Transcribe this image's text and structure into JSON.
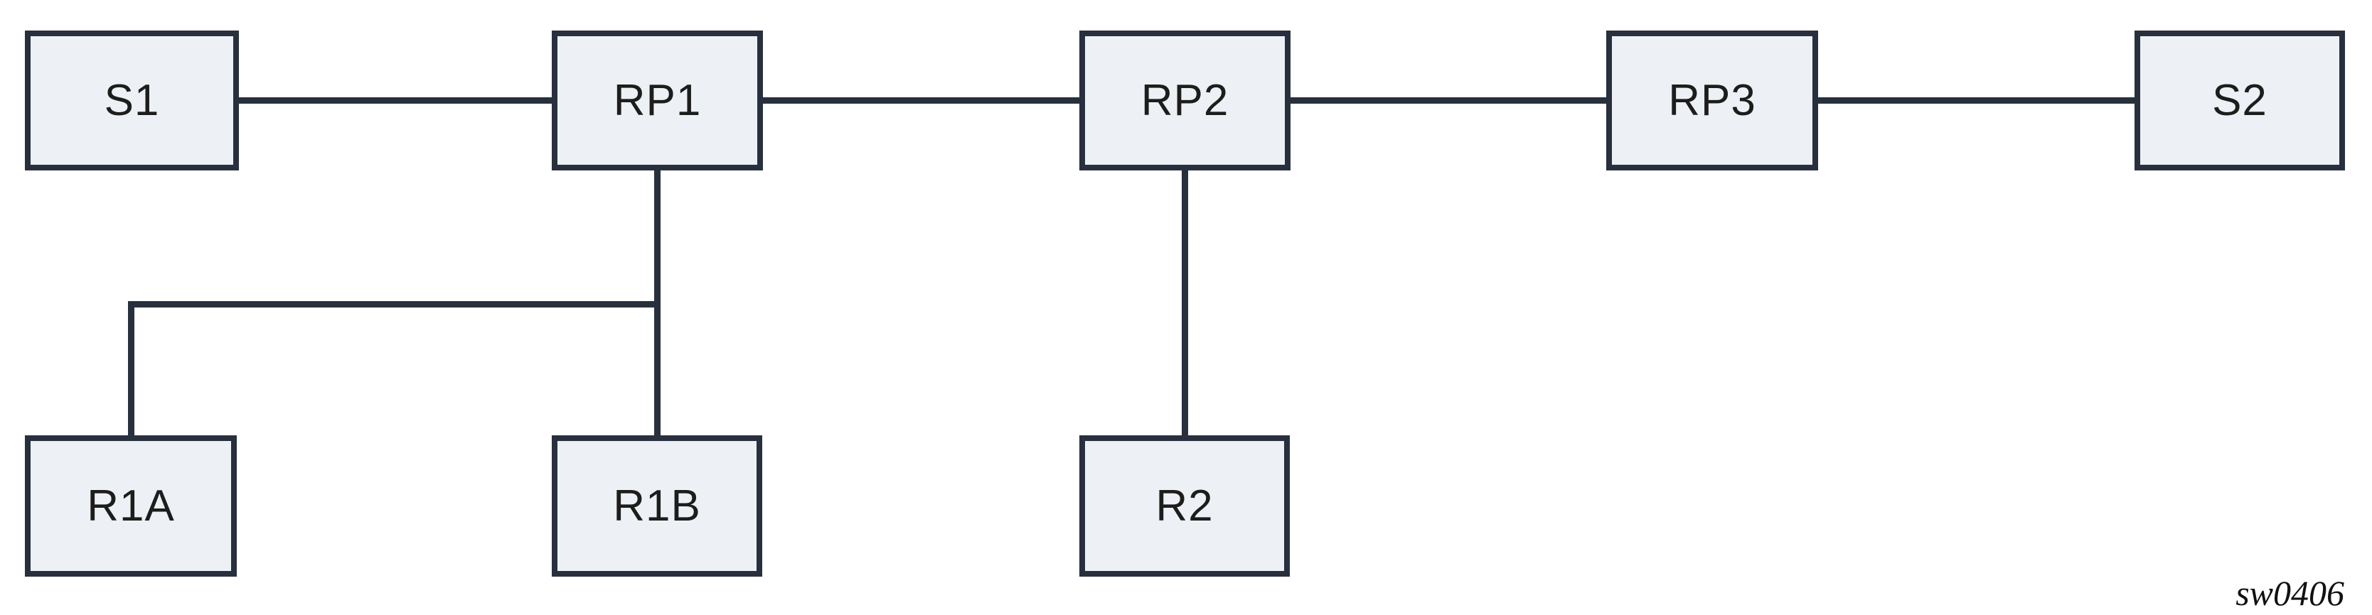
{
  "figure": {
    "watermark": "sw0406",
    "colors": {
      "line": "#28303E",
      "node_fill": "#EDF1F6",
      "label_text": "#1D1D1B",
      "background": "#FFFFFF",
      "watermark_text": "#111111"
    },
    "nodes": [
      {
        "id": "S1",
        "label": "S1",
        "row": "top"
      },
      {
        "id": "RP1",
        "label": "RP1",
        "row": "top"
      },
      {
        "id": "RP2",
        "label": "RP2",
        "row": "top"
      },
      {
        "id": "RP3",
        "label": "RP3",
        "row": "top"
      },
      {
        "id": "S2",
        "label": "S2",
        "row": "top"
      },
      {
        "id": "R1A",
        "label": "R1A",
        "row": "bottom"
      },
      {
        "id": "R1B",
        "label": "R1B",
        "row": "bottom"
      },
      {
        "id": "R2",
        "label": "R2",
        "row": "bottom"
      }
    ],
    "edges": [
      {
        "from": "S1",
        "to": "RP1"
      },
      {
        "from": "RP1",
        "to": "RP2"
      },
      {
        "from": "RP2",
        "to": "RP3"
      },
      {
        "from": "RP3",
        "to": "S2"
      },
      {
        "from": "RP1",
        "to": "R1B"
      },
      {
        "from": "RP1",
        "to": "R1A"
      },
      {
        "from": "RP2",
        "to": "R2"
      }
    ]
  }
}
